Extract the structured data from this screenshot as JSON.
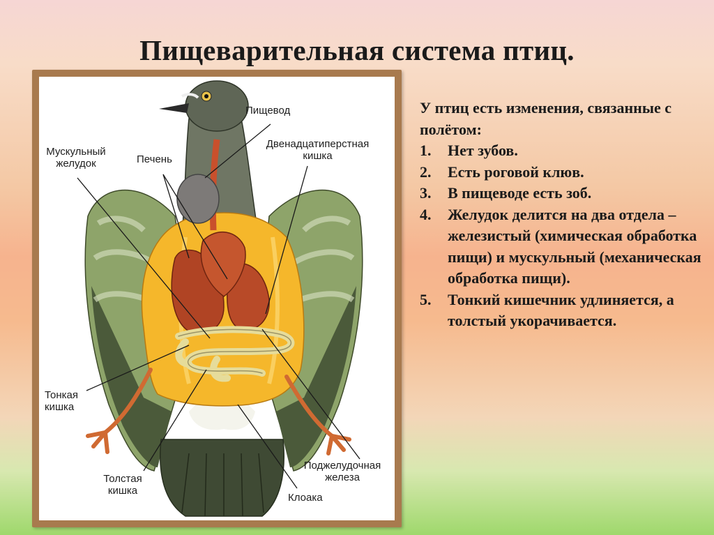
{
  "title": "Пищеварительная система птиц.",
  "diagram": {
    "labels": {
      "esophagus": "Пищевод",
      "duodenum": "Двенадцатиперстная\nкишка",
      "muscular_stomach": "Мускульный\nжелудок",
      "liver": "Печень",
      "small_intestine": "Тонкая\nкишка",
      "large_intestine": "Толстая\nкишка",
      "pancreas": "Поджелудочная\nжелеза",
      "cloaca": "Клоака"
    }
  },
  "text_panel": {
    "intro": "У птиц есть изменения, связанные с полётом:",
    "items": [
      {
        "num": "1.",
        "text": "Нет зубов."
      },
      {
        "num": "2.",
        "text": "Есть роговой клюв."
      },
      {
        "num": "3.",
        "text": "В пищеводе есть зоб."
      },
      {
        "num": "4.",
        "text": "Желудок делится на два отдела – железистый (химическая обработка пищи) и мускульный (механическая обработка пищи)."
      },
      {
        "num": "5.",
        "text": "Тонкий кишечник удлиняется, а толстый укорачивается."
      }
    ]
  }
}
